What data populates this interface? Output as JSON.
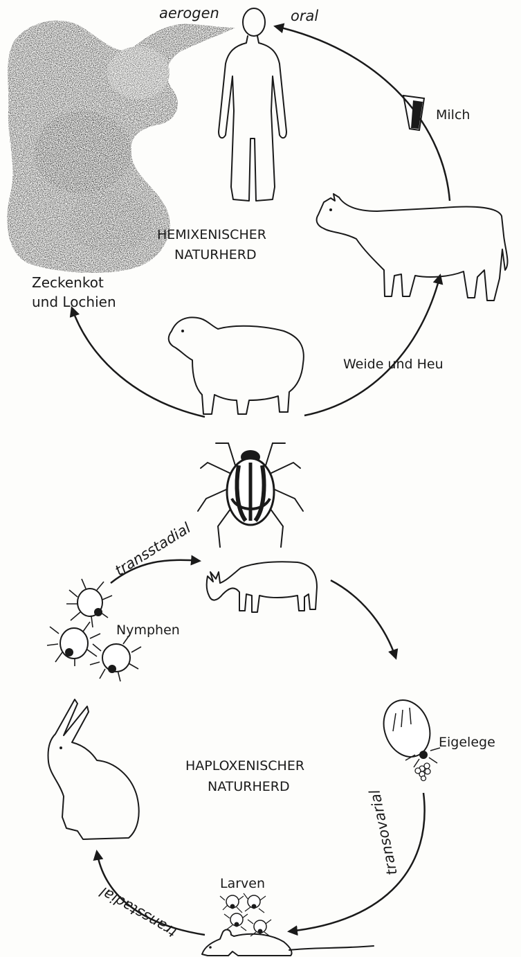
{
  "labels": {
    "aerogen": "aerogen",
    "oral": "oral",
    "milch": "Milch",
    "hemixenisch_line1": "HEMIXENISCHER",
    "hemixenisch_line2": "NATURHERD",
    "zeckenkot_line1": "Zeckenkot",
    "zeckenkot_line2": "und Lochien",
    "weide": "Weide und Heu",
    "transstadial_top": "transstadial",
    "nymphen": "Nymphen",
    "eigelege": "Eigelege",
    "haploxenisch_line1": "HAPLOXENISCHER",
    "haploxenisch_line2": "NATURHERD",
    "transovarial": "transovarial",
    "larven": "Larven",
    "transstadial_bottom": "transstadial"
  },
  "icons": {
    "human": "human-silhouette-icon",
    "cow": "cow-icon",
    "sheep": "sheep-icon",
    "tick": "tick-icon",
    "deer": "deer-icon",
    "rabbit": "rabbit-icon",
    "mouse": "mouse-icon",
    "cup": "milk-cup-icon",
    "dust": "dust-cloud-icon"
  }
}
